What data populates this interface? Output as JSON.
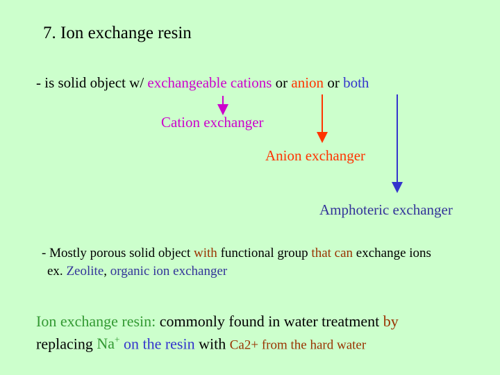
{
  "title": "7. Ion exchange resin",
  "definition": {
    "prefix": "- is solid object w/ ",
    "cations": "exchangeable cations",
    "or1": " or ",
    "anion": "anion",
    "or2": " or  ",
    "both": "both"
  },
  "exchangers": {
    "cation": "Cation exchanger",
    "anion": "Anion exchanger",
    "amphoteric": "Amphoteric exchanger"
  },
  "porous": {
    "p1": "- Mostly porous solid object ",
    "with": "with",
    "p2": " functional group ",
    "thatcan": "that can",
    "p3": " exchange ions"
  },
  "example": {
    "ex": "ex. ",
    "zeolite": "Zeolite",
    "comma": ", ",
    "organic": "organic ion exchanger"
  },
  "summary": {
    "lead": "Ion exchange resin:",
    "mid": " commonly found in water treatment ",
    "by": "by",
    "replacing": "replacing ",
    "na": "Na",
    "plus": "+",
    "on_resin": " on the resin",
    "with": " with ",
    "ca": "Ca2+",
    "from": " from the hard water"
  },
  "colors": {
    "background": "#ccffcc",
    "cation": "#cc00cc",
    "anion": "#ff3300",
    "amphoteric": "#333399"
  }
}
